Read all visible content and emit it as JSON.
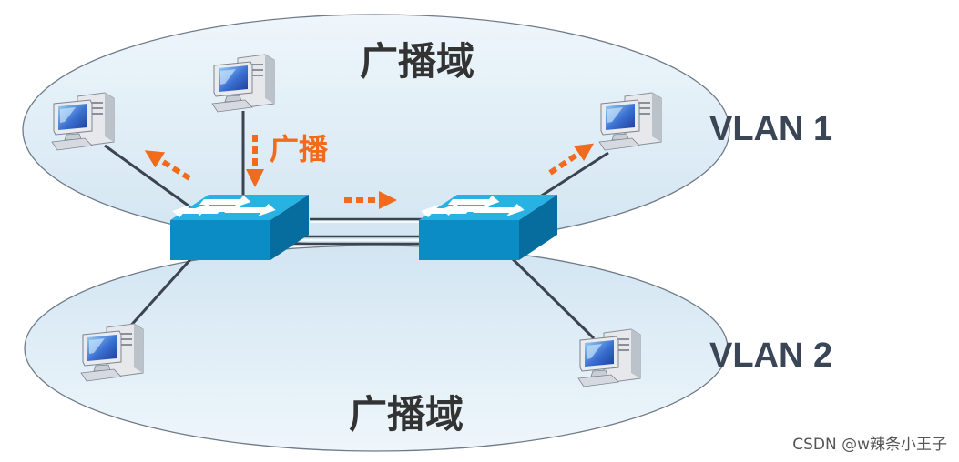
{
  "labels": {
    "domain_top": "广播域",
    "domain_bottom": "广播域",
    "vlan1": "VLAN 1",
    "vlan2": "VLAN 2",
    "broadcast": "广播"
  },
  "watermark": "CSDN @w辣条小王子",
  "colors": {
    "domain_fill": "#dbeaf4",
    "domain_stroke": "#6f7b88",
    "switch_top": "#27b2e3",
    "switch_front": "#0c8cc4",
    "switch_side": "#076d9e",
    "arrow": "#f26b1d",
    "link": "#3b4450"
  },
  "icons": {
    "computer": "computer-icon",
    "switch": "switch-icon",
    "arrow": "broadcast-arrow-icon"
  }
}
